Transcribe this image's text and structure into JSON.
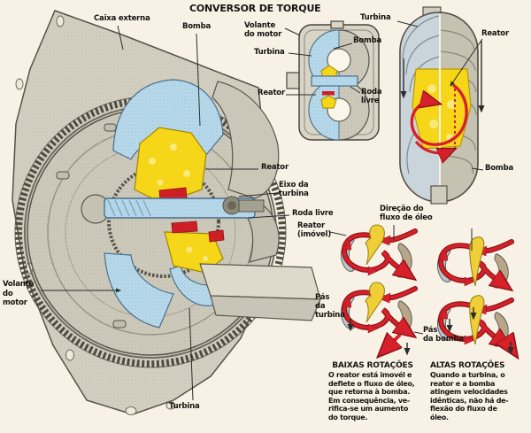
{
  "title": "CONVERSOR DE TORQUE",
  "main_diagram": {
    "labels": {
      "caixa_externa": "Caixa externa",
      "bomba": "Bomba",
      "reator": "Reator",
      "eixo_da_turbina": "Eixo da\nturbina",
      "roda_livre": "Roda livre",
      "volante_do_motor": "Volante\ndo\nmotor",
      "turbina": "Turbina"
    }
  },
  "cross_section": {
    "labels": {
      "volante_do_motor": "Volante\ndo motor",
      "turbina": "Turbina",
      "reator": "Reator",
      "bomba": "Bomba",
      "roda_livre": "Roda\nlivre"
    }
  },
  "capsule": {
    "labels": {
      "turbina": "Turbina",
      "reator": "Reator",
      "bomba": "Bomba"
    }
  },
  "flow_diagrams": {
    "labels": {
      "direcao_fluxo": "Direção do\nfluxo de óleo",
      "reator_imovel": "Reator\n(imóvel)",
      "pas_da_turbina": "Pás\nda\nturbina",
      "pas_da_bomba": "Pás\nda bomba"
    }
  },
  "captions": {
    "baixas": {
      "heading": "BAIXAS ROTAÇÕES",
      "body": "O reator está imovél e\ndeflete o fluxo de óleo,\nque retorna à bomba.\nEm consequência, ve-\nrifica-se um aumento\ndo torque."
    },
    "altas": {
      "heading": "ALTAS ROTAÇÕES",
      "body": "Quando a turbina, o\nreator e a bomba\natingem velocidades\nidênticas, não há de-\nflexão do fluxo de\nóleo."
    }
  },
  "colors": {
    "background": "#f8f2e6",
    "casing_gray": "#d6d2c3",
    "turbine_blue": "#badbec",
    "reactor_yellow": "#f5d619",
    "flow_red": "#d6202a",
    "pump_tan": "#b7a688"
  }
}
